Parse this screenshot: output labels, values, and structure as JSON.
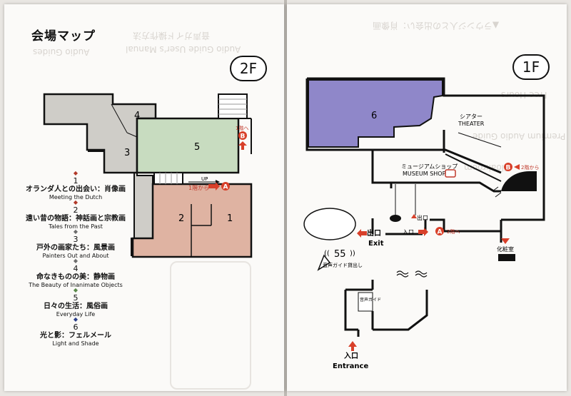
{
  "left_page": {
    "title": "会場マップ",
    "floor": "2F",
    "rooms": [
      "1",
      "2",
      "3",
      "4",
      "5"
    ],
    "stairs_from_1f": "1階から",
    "stairs_to_1f": "1階へ",
    "up": "UP",
    "marker_a": "A",
    "marker_b": "B",
    "legend": [
      {
        "num": "1",
        "jp": "オランダ人との出会い：肖像画",
        "en": "Meeting the Dutch",
        "color": "#b23a2a"
      },
      {
        "num": "2",
        "jp": "遠い昔の物語：神話画と宗教画",
        "en": "Tales from the Past",
        "color": "#b23a2a"
      },
      {
        "num": "3",
        "jp": "戸外の画家たち：風景画",
        "en": "Painters Out and About",
        "color": "#6d6d6d"
      },
      {
        "num": "4",
        "jp": "命なきものの美：静物画",
        "en": "The Beauty of Inanimate Objects",
        "color": "#6d6d6d"
      },
      {
        "num": "5",
        "jp": "日々の生活：風俗画",
        "en": "Everyday Life",
        "color": "#5a8a4a"
      },
      {
        "num": "6",
        "jp": "光と影：フェルメール",
        "en": "Light and Shade",
        "color": "#2b3f8a"
      }
    ],
    "ghost_text": [
      "音声ガイド操作方法",
      "Audio Guide User's Manual",
      "Audio Guides"
    ]
  },
  "right_page": {
    "floor": "1F",
    "room6": "6",
    "theater_jp": "シアター",
    "theater_en": "THEATER",
    "shop_jp": "ミュージアムショップ",
    "shop_en": "MUSEUM SHOP",
    "exit_jp": "出口",
    "exit_en": "Exit",
    "exit_jp2": "出口",
    "entrance_jp": "入口",
    "entrance_en": "Entrance",
    "entrance_jp2": "入口",
    "to_2f_a": "2階へ",
    "from_2f_b": "2階から",
    "marker_a": "A",
    "marker_b": "B",
    "restroom": "化粧室",
    "audio_number": "55",
    "audio_rental": "音声ガイド貸出し",
    "audio_counter": "音声ガイド",
    "ghost_text": [
      "▲ラウンジ人との出会い：肖像画",
      "Free Hours",
      "Premium Audio Guide",
      "Cloakroom"
    ]
  }
}
